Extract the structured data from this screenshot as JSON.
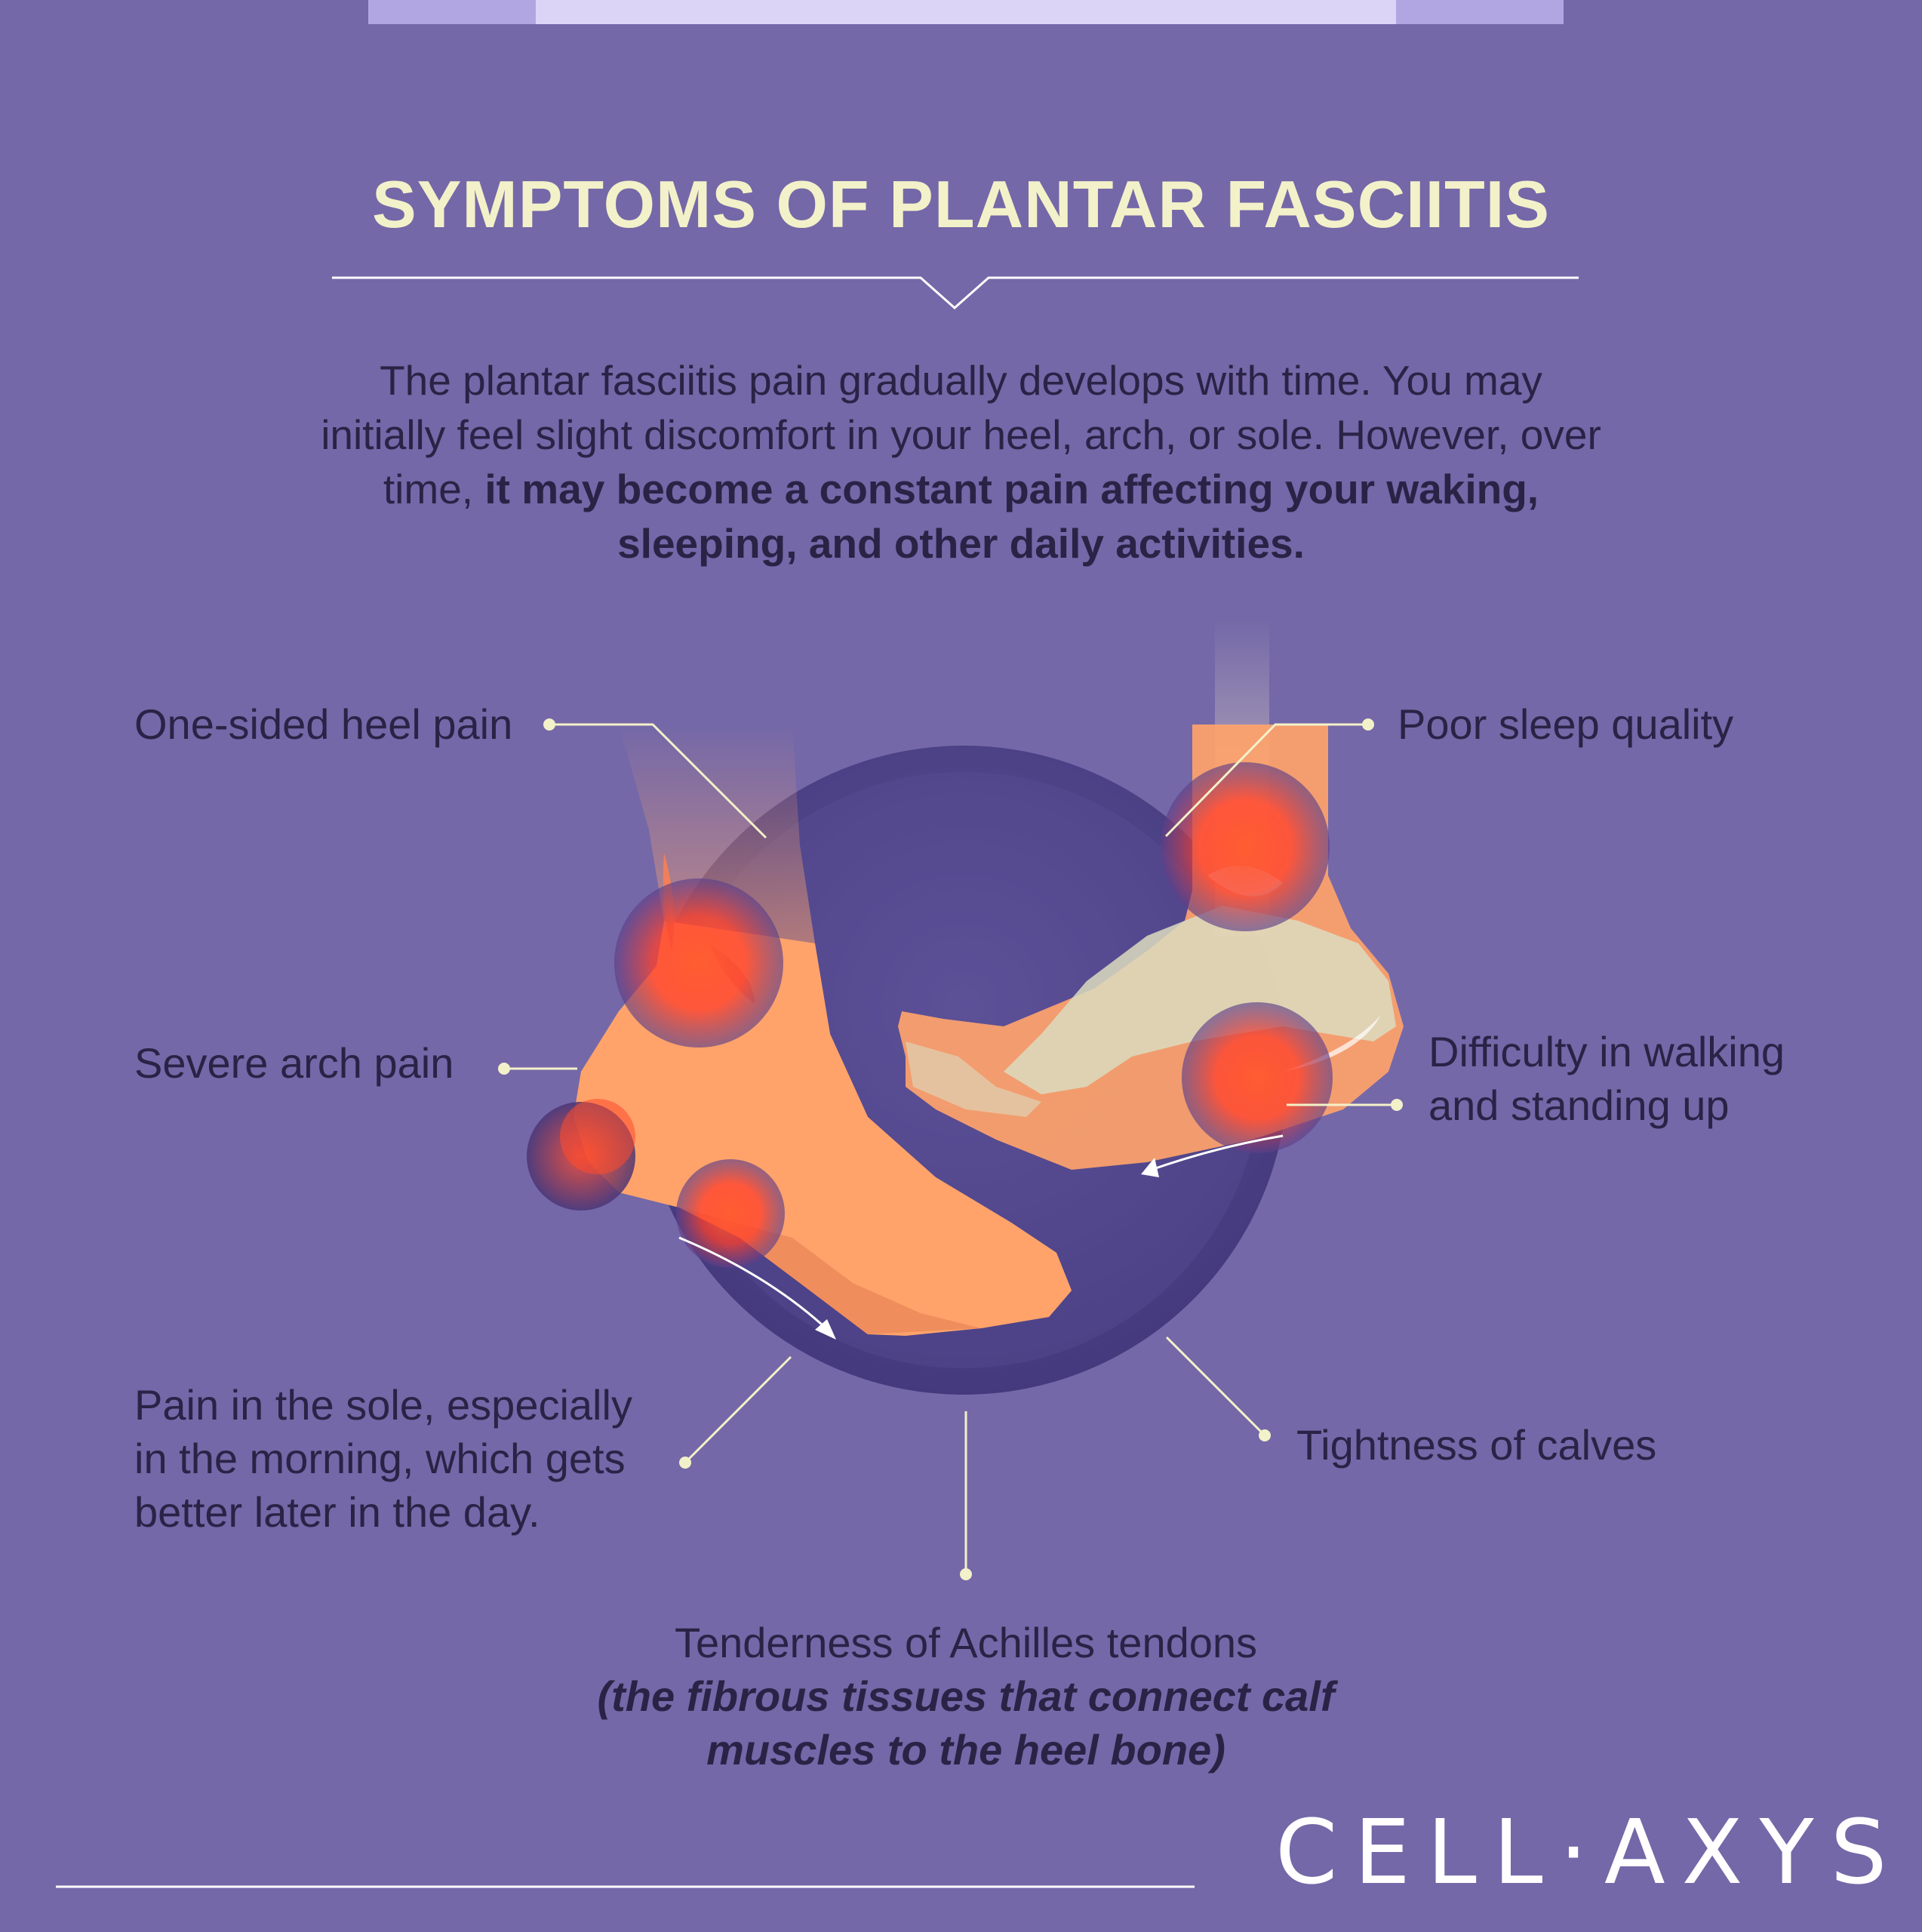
{
  "title": "SYMPTOMS OF PLANTAR FASCIITIS",
  "intro": {
    "normal": "The plantar fasciitis pain gradually develops with time. You may initially feel slight discomfort in your heel, arch, or sole. However, over time, ",
    "bold": "it may become a constant pain affecting your waking, sleeping, and other daily activities."
  },
  "symptoms": {
    "one_sided_heel": "One-sided heel pain",
    "severe_arch": "Severe arch pain",
    "sole_morning": [
      "Pain in the sole, especially",
      "in the morning, which gets",
      "better later in the day."
    ],
    "poor_sleep": "Poor sleep quality",
    "walking_standing": [
      "Difficulty in walking",
      "and standing up"
    ],
    "calves": "Tightness of calves",
    "achilles": "Tenderness of Achilles tendons",
    "achilles_note": [
      "(the fibrous tissues that connect calf",
      "muscles to the heel bone)"
    ]
  },
  "logo": "CELL·AXYS",
  "colors": {
    "background": "#7468a8",
    "title": "#f3f1c9",
    "text": "#2a2346",
    "foot": "#ffa36b",
    "pain": "#ff4a2c",
    "circle": "#4a3f85"
  }
}
